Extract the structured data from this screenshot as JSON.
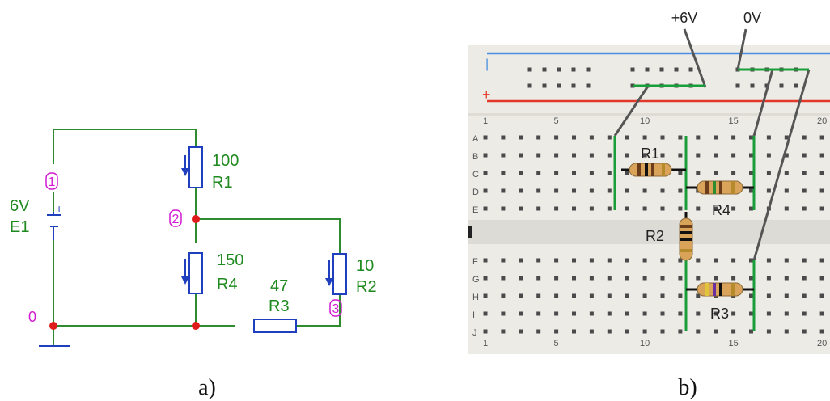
{
  "panel_a": {
    "caption": "a)",
    "battery": {
      "voltage": "6V",
      "name": "E1",
      "plus": "+"
    },
    "nodes": [
      "1",
      "2",
      "3",
      "0"
    ],
    "resistors": {
      "r1": {
        "value": "100",
        "name": "R1"
      },
      "r4": {
        "value": "150",
        "name": "R4"
      },
      "r3": {
        "value": "47",
        "name": "R3"
      },
      "r2": {
        "value": "10",
        "name": "R2"
      }
    },
    "colors": {
      "wire": "#2e8b2e",
      "component": "#1f3fbf",
      "node": "#e01b1b",
      "node_label": "#d31ad3"
    }
  },
  "panel_b": {
    "caption": "b)",
    "rail_labels": {
      "pos": "+6V",
      "zero": "0V"
    },
    "rail_signs": {
      "minus": "|",
      "plus": "+"
    },
    "rows_top": [
      "A",
      "B",
      "C",
      "D",
      "E"
    ],
    "rows_bottom": [
      "F",
      "G",
      "H",
      "I",
      "J"
    ],
    "col_numbers": [
      "1",
      "5",
      "10",
      "15",
      "20"
    ],
    "resistor_labels": {
      "r1": "R1",
      "r2": "R2",
      "r3": "R3",
      "r4": "R4"
    },
    "colors": {
      "wire": "#1a9e3a",
      "blue_rail": "#4a90e2",
      "red_rail": "#e23a2a",
      "board": "#ecebe6",
      "hole": "#4a4a4a"
    }
  }
}
